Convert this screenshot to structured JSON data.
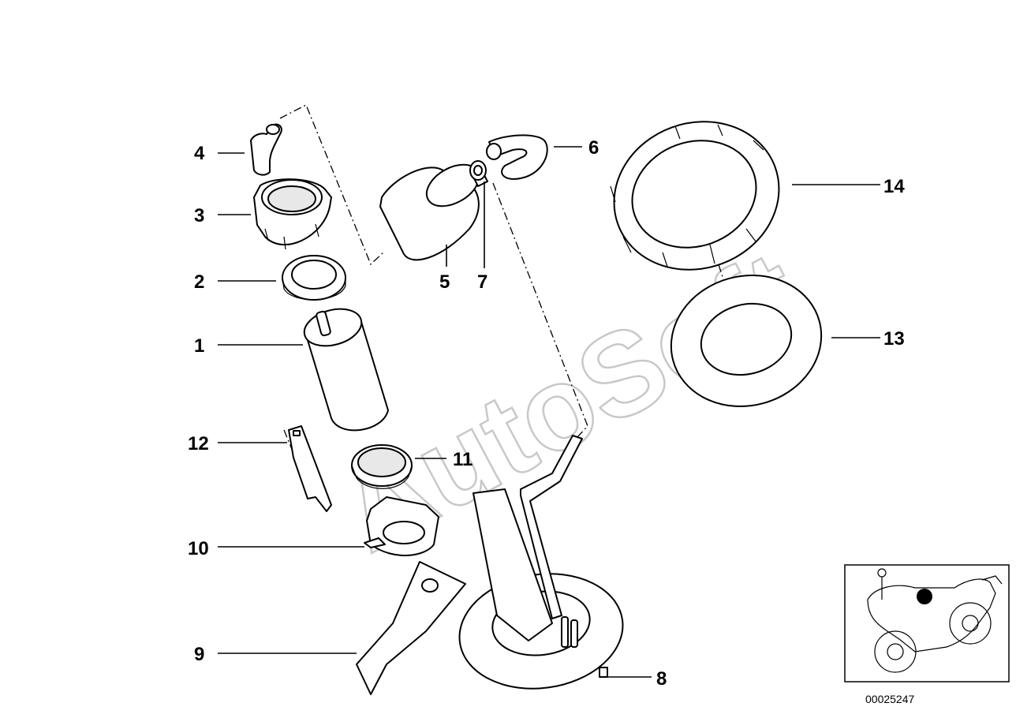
{
  "callouts": {
    "c1": "1",
    "c2": "2",
    "c3": "3",
    "c4": "4",
    "c5": "5",
    "c6": "6",
    "c7": "7",
    "c8": "8",
    "c9": "9",
    "c10": "10",
    "c11": "11",
    "c12": "12",
    "c13": "13",
    "c14": "14"
  },
  "watermark": "AutoSoft",
  "reference_code": "00025247",
  "colors": {
    "line": "#000000",
    "watermark": "#c8c8c8",
    "highlight_dot": "#000000",
    "background": "#ffffff"
  }
}
